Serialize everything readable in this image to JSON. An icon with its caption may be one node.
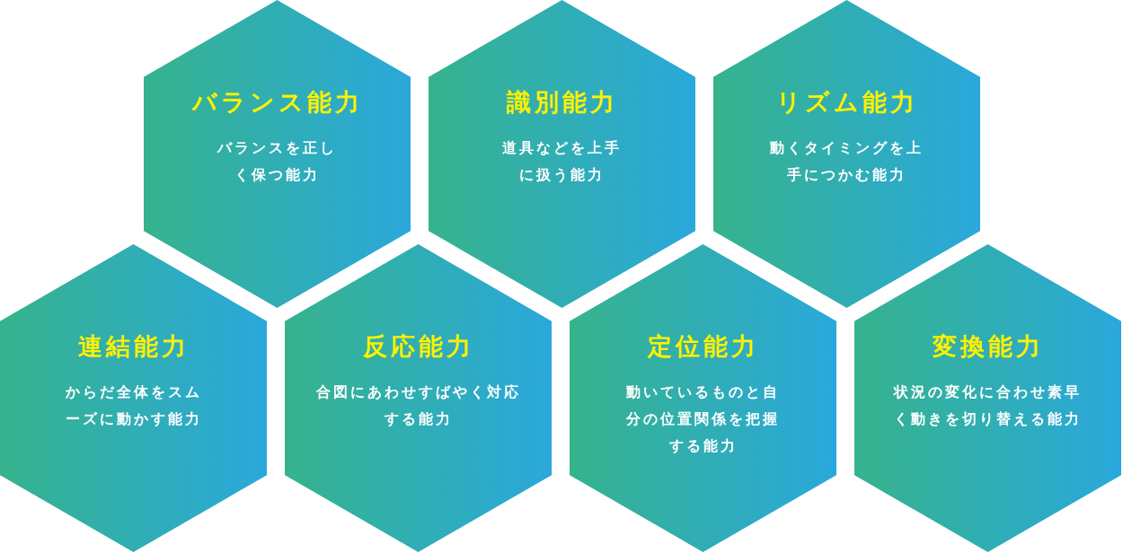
{
  "diagram": {
    "nodes": [
      {
        "text": [
          "バランス能力",
          "バランスを正しく保つ能力"
        ]
      },
      {
        "text": [
          "識別能力",
          "道具などを上手に扱う能力"
        ]
      },
      {
        "text": [
          "リズム能力",
          "動くタイミングを上手につかむ能力"
        ]
      },
      {
        "text": [
          "連結能力",
          "からだ全体をスムーズに動かす能力"
        ]
      },
      {
        "text": [
          "反応能力",
          "合図にあわせすばやく対応する能力"
        ]
      },
      {
        "text": [
          "定位能力",
          "動いているものと自分の位置関係を把握する能力"
        ]
      },
      {
        "text": [
          "変換能力",
          "状況の変化に合わせ素早く動きを切り替える能力"
        ]
      }
    ]
  }
}
